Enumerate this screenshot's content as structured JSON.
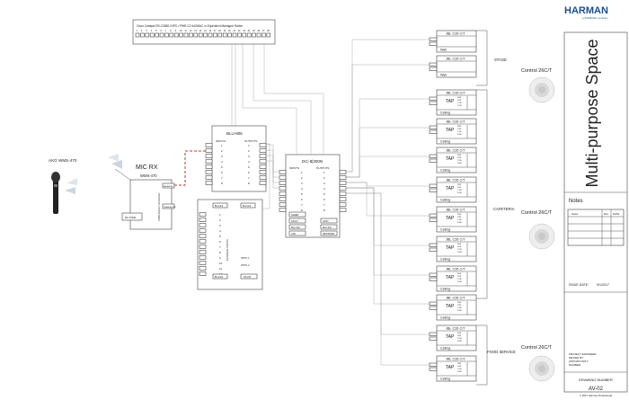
{
  "switch": {
    "title": "Cisco Catalyst RS-C3850-24PS • PWR-C2-640WAC or Equivalent Managed Switch",
    "ports": [
      "1",
      "2",
      "3",
      "4",
      "5",
      "6",
      "7",
      "8",
      "9",
      "10",
      "11",
      "12",
      "13",
      "14",
      "15",
      "16",
      "17",
      "18",
      "19",
      "20",
      "21",
      "22",
      "23",
      "24",
      "25",
      "26",
      "27",
      "28"
    ]
  },
  "logo": {
    "name": "HARMAN",
    "tagline": "a SAMSUNG company"
  },
  "mic": {
    "handheld_label": "AKG WMS-470",
    "rx_title": "MIC RX",
    "rx_model": "WMS-470",
    "rx_ports": [
      "BALANCED",
      "UNBALANCED"
    ],
    "rx_side": "UNBALANCED • BALANCED",
    "power": "DC PWR"
  },
  "blu": {
    "title": "BLU-806",
    "inputs_label": "INPUTS",
    "outputs_label": "OUTPUTS",
    "channels": [
      "1",
      "2",
      "3",
      "4",
      "5",
      "6",
      "7",
      "8"
    ],
    "io_label": "BLU-link",
    "bottom_left": "BLU-link",
    "bottom_right": "BLU-link",
    "expander_inputs": [
      "1",
      "2",
      "3",
      "4",
      "5",
      "6",
      "7",
      "8",
      "9",
      "10",
      "11",
      "12"
    ],
    "expander_label": "EXTERNAL INPUTS",
    "right_ports": [
      "OPTO 1",
      "OPTO 2",
      "RS-232"
    ]
  },
  "amp": {
    "title": "DCi 8|300N",
    "inputs_label": "INPUTS",
    "outputs_label": "OUTPUTS",
    "channels": [
      "1",
      "2",
      "3",
      "4",
      "5",
      "6",
      "7",
      "8"
    ],
    "ports_left": [
      "SLEEP",
      "FAULT",
      "BLU-link",
      "LAN"
    ],
    "ports_right": [
      "GPIO",
      "BLU-link",
      "NETWORK"
    ]
  },
  "speakers": [
    {
      "model": "JBL C26 C/T",
      "mount": "Wall",
      "taps": false
    },
    {
      "model": "JBL C26 C/T",
      "mount": "Wall",
      "taps": false
    },
    {
      "model": "JBL C26 C/T",
      "mount": "Ceiling",
      "taps": true
    },
    {
      "model": "JBL C26 C/T",
      "mount": "Ceiling",
      "taps": true
    },
    {
      "model": "JBL C26 C/T",
      "mount": "Ceiling",
      "taps": true
    },
    {
      "model": "JBL C26 C/T",
      "mount": "Ceiling",
      "taps": true
    },
    {
      "model": "JBL C26 C/T",
      "mount": "Ceiling",
      "taps": true
    },
    {
      "model": "JBL C26 C/T",
      "mount": "Ceiling",
      "taps": true
    },
    {
      "model": "JBL C26 C/T",
      "mount": "Ceiling",
      "taps": true
    },
    {
      "model": "JBL C26 C/T",
      "mount": "Ceiling",
      "taps": true
    },
    {
      "model": "JBL C26 C/T",
      "mount": "Ceiling",
      "taps": true
    },
    {
      "model": "JBL C26 C/T",
      "mount": "Ceiling",
      "taps": true
    }
  ],
  "tap_label": "TAP",
  "tap_values": [
    "30W",
    "15W",
    "7.5W",
    "3.8W"
  ],
  "zones": [
    "STAGE",
    "CAFETERIA",
    "FOOD SERVICE"
  ],
  "controls": [
    "Control 26C/T",
    "Control 26C/T",
    "Control 26C/T"
  ],
  "title_block": {
    "space": "Multi-purpose Space",
    "notes_title": "Notes",
    "notes_cols": [
      "Notes",
      "Rev",
      "DATE"
    ],
    "issue_date_label": "ISSUE DATE:",
    "issue_date": "9/1/2017",
    "info_lines": [
      "PROJECT ENGINEER:",
      "DRAWN BY:",
      "OPPORTUNITY:",
      "NUMBER:"
    ],
    "drawing_number_label": "DRAWING NUMBER",
    "drawing_number": "AV-02",
    "copyright": "© 2017 Harman Professional"
  }
}
